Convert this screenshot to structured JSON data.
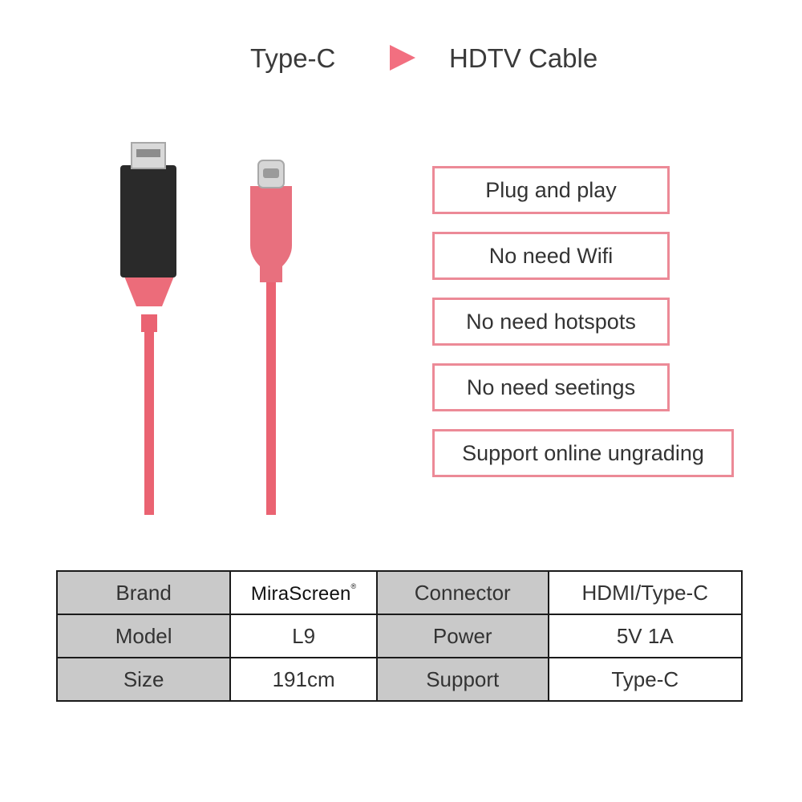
{
  "header": {
    "from_label": "Type-C",
    "to_label": "HDTV Cable",
    "arrow_icon": "triangle-right-icon",
    "arrow_color": "#f26f80"
  },
  "colors": {
    "cable": "#ea6372",
    "hdmi_housing": "#2a2a2a",
    "feature_border": "#ec8a97",
    "table_key_bg": "#c9c9c9"
  },
  "features": [
    "Plug and play",
    "No need Wifi",
    "No need hotspots",
    "No need seetings",
    "Support online ungrading"
  ],
  "specs": {
    "rows": [
      [
        {
          "key": "Brand"
        },
        {
          "val": "MiraScreen",
          "logo": true
        },
        {
          "key": "Connector"
        },
        {
          "val": "HDMI/Type-C"
        }
      ],
      [
        {
          "key": "Model"
        },
        {
          "val": "L9"
        },
        {
          "key": "Power"
        },
        {
          "val": "5V 1A"
        }
      ],
      [
        {
          "key": "Size"
        },
        {
          "val": "191cm"
        },
        {
          "key": "Support"
        },
        {
          "val": "Type-C"
        }
      ]
    ],
    "brand_mark": "®"
  }
}
